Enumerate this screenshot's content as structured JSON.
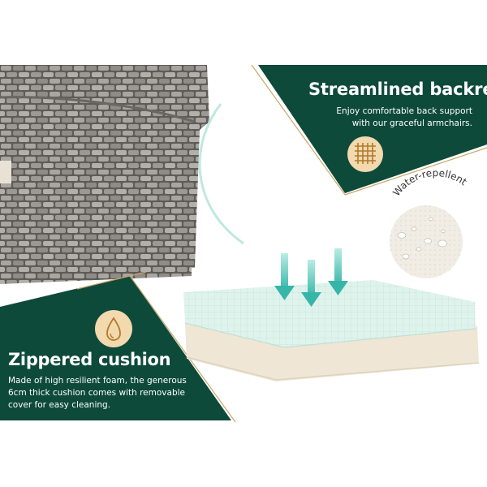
{
  "colors": {
    "panel": "#0d4a3a",
    "accent_line": "#c9a86a",
    "icon_bg": "#f2d9ae",
    "icon_stroke": "#b07a2c",
    "arrow": "#6fd3c7",
    "cushion_top": "#dff3ec",
    "cushion_base": "#efe6d5"
  },
  "icons": [
    "weave-icon",
    "water-drop-icon",
    "down-arrow-icon"
  ],
  "top_panel": {
    "title": "Streamlined backrest",
    "description": "Enjoy comfortable back support\nwith our graceful armchairs."
  },
  "bottom_panel": {
    "title": "Zippered cushion",
    "description": "Made of high resilient foam, the generous\n6cm thick cushion comes with removable\ncover for easy cleaning."
  },
  "water_label": "Water-repellent"
}
